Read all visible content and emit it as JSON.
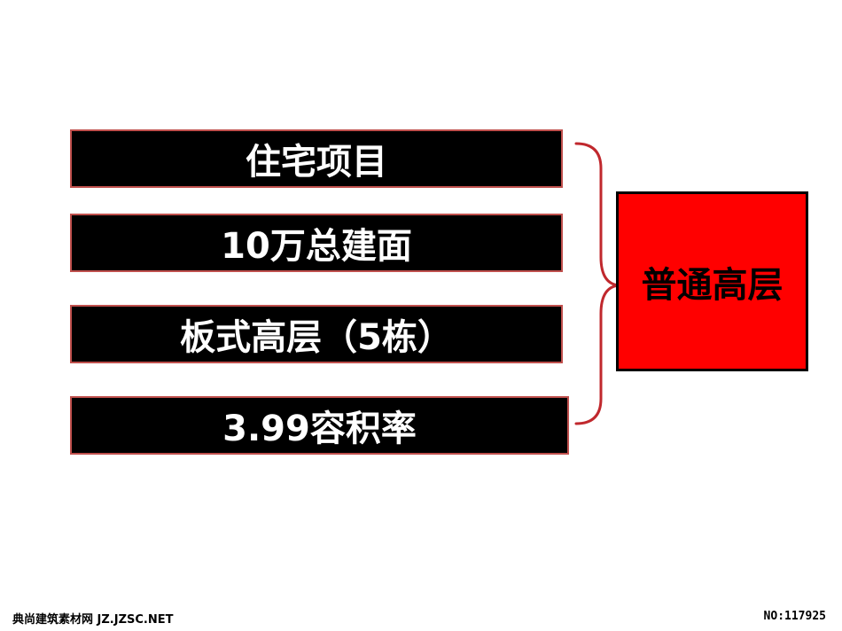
{
  "items": [
    {
      "label": "住宅项目"
    },
    {
      "label": "10万总建面"
    },
    {
      "label": "板式高层（5栋）"
    },
    {
      "label": "3.99容积率"
    }
  ],
  "result": {
    "label": "普通高层"
  },
  "colors": {
    "item_bg": "#000000",
    "item_text": "#ffffff",
    "item_border": "#c0504d",
    "brace": "#c0282d",
    "result_bg": "#ff0000",
    "result_border": "#000000"
  },
  "footer": {
    "left": "典尚建筑素材网 JZ.JZSC.NET",
    "right": "NO:117925"
  }
}
